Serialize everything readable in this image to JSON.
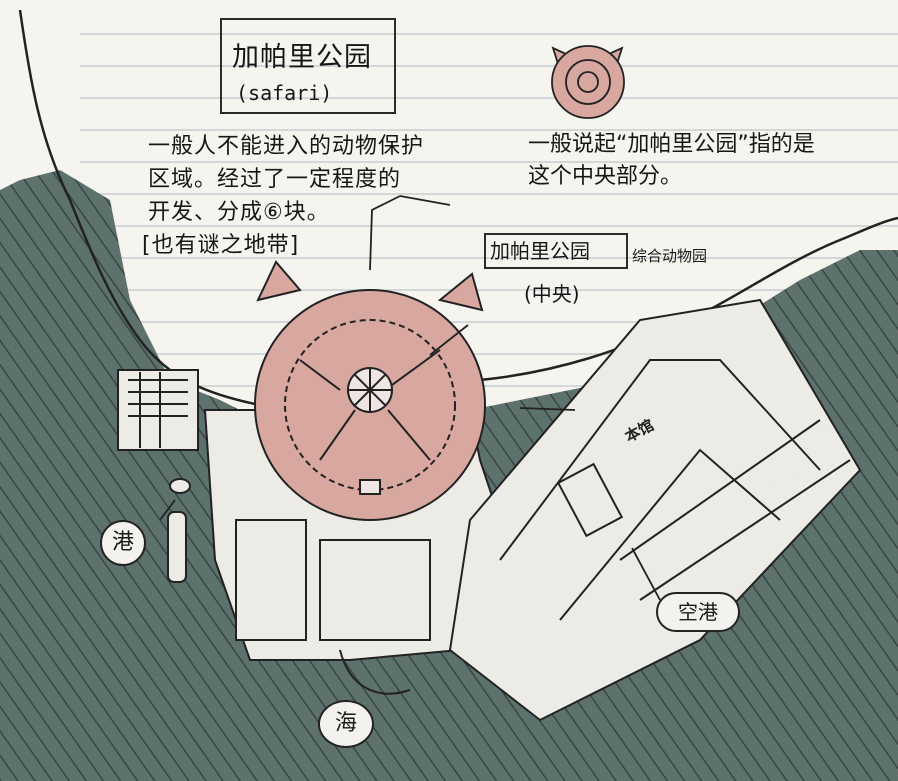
{
  "map": {
    "colors": {
      "paper": "#f5f4ef",
      "ruled_line": "#c9cdd4",
      "shadow": "#4a5d58",
      "park_fill": "#d7a7a0",
      "ink": "#1f1f1f"
    },
    "title": {
      "name": "加帕里公园",
      "subtitle": "(safari)"
    },
    "notes": {
      "description_lines": [
        "一般人不能进入的动物保护",
        "区域。经过了一定程度的",
        "开发、分成⑥块。",
        "[也有谜之地带]"
      ],
      "right_lines": [
        "一般说起“加帕里公园”指的是",
        "这个中央部分。"
      ]
    },
    "center_label": {
      "name": "加帕里公园",
      "suffix": "综合动物园",
      "sub": "(中央)"
    },
    "places": {
      "port": "港",
      "sea": "海",
      "airport": "空港",
      "zoo_sign": "本馆"
    },
    "icons": {
      "park_badge": "cat-face-park-badge-icon"
    }
  }
}
